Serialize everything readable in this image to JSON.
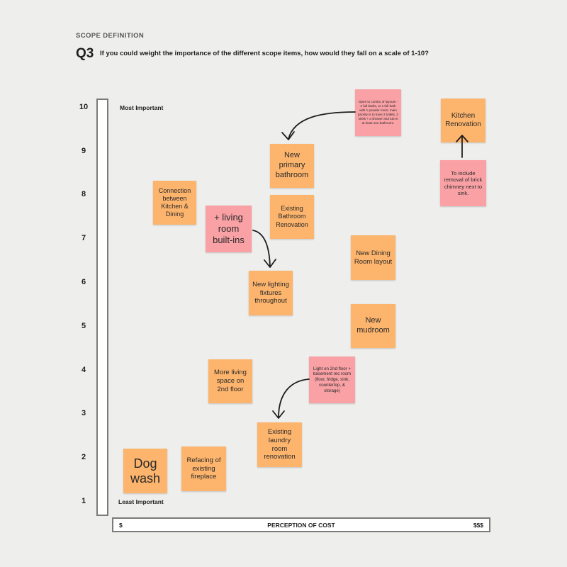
{
  "header": {
    "section_label": "SCOPE DEFINITION",
    "question_number": "Q3",
    "question_text": "If you could weight the importance of the different scope items, how would they fall on a scale of 1-10?"
  },
  "y_axis": {
    "ticks": [
      "10",
      "9",
      "8",
      "7",
      "6",
      "5",
      "4",
      "3",
      "2",
      "1"
    ],
    "top_label": "Most Important",
    "bottom_label": "Least Important"
  },
  "x_axis": {
    "min_label": "$",
    "title": "PERCEPTION OF COST",
    "max_label": "$$$"
  },
  "notes": {
    "layouts_note": "Open to combo of layouts - 2 full baths, or 1 full bath with 1 powder room; main priority is to have 2 toilets, 2 sinks + a shower and tub in at least one bathroom.",
    "primary_bathroom": "New primary bathroom",
    "kitchen_renovation": "Kitchen Renovation",
    "chimney_note": "To include removal of brick chimney next to sink.",
    "kitchen_dining": "Connection between Kitchen & Dining",
    "living_builtins": "+ living room built-ins",
    "existing_bathroom": "Existing Bathroom Renovation",
    "dining_layout": "New Dining Room layout",
    "lighting": "New lighting fixtures throughout",
    "mudroom": "New mudroom",
    "living_space": "More living space on 2nd floor",
    "rec_room_note": "Light on 2nd floor + basement rec room (floor, fridge, sink, countertop, & storage)",
    "laundry_room": "Existing laundry room renovation",
    "dog_wash": "Dog wash",
    "fireplace": "Refacing of existing fireplace"
  },
  "colors": {
    "orange_note": "#fdb46c",
    "pink_note": "#f9a1a5",
    "arrow": "#1e1e1e",
    "axis_border": "#7a7a7a"
  }
}
